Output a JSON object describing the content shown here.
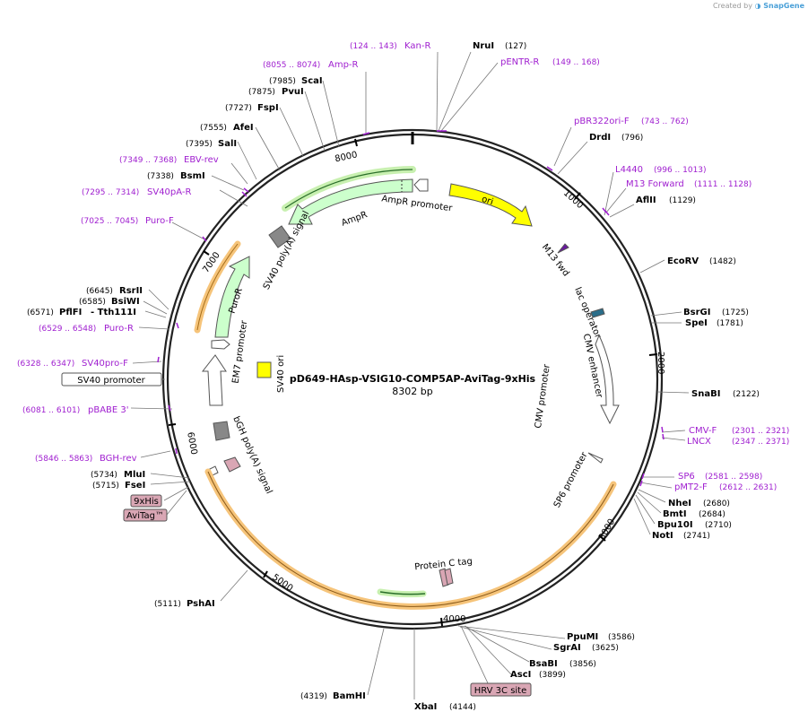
{
  "credit": {
    "prefix": "Created by",
    "brand": "SnapGene"
  },
  "plasmid": {
    "name": "pD649-HAsp-VSIG10-COMP5AP-AviTag-9xHis",
    "size": "8302 bp",
    "length": 8302
  },
  "ticks": [
    "1000",
    "2000",
    "3000",
    "4000",
    "5000",
    "6000",
    "7000",
    "8000"
  ],
  "right_sites": [
    {
      "name": "NruI",
      "pos": "(127)"
    },
    {
      "name": "DrdI",
      "pos": "(796)"
    },
    {
      "name": "AflII",
      "pos": "(1129)"
    },
    {
      "name": "EcoRV",
      "pos": "(1482)"
    },
    {
      "name": "BsrGI",
      "pos": "(1725)"
    },
    {
      "name": "SpeI",
      "pos": "(1781)"
    },
    {
      "name": "SnaBI",
      "pos": "(2122)"
    },
    {
      "name": "NheI",
      "pos": "(2680)"
    },
    {
      "name": "BmtI",
      "pos": "(2684)"
    },
    {
      "name": "Bpu10I",
      "pos": "(2710)"
    },
    {
      "name": "NotI",
      "pos": "(2741)"
    },
    {
      "name": "PpuMI",
      "pos": "(3586)"
    },
    {
      "name": "SgrAI",
      "pos": "(3625)"
    },
    {
      "name": "BsaBI",
      "pos": "(3856)"
    },
    {
      "name": "AscI",
      "pos": "(3899)"
    },
    {
      "name": "XbaI",
      "pos": "(4144)"
    }
  ],
  "left_sites": [
    {
      "name": "ScaI",
      "pos": "(7985)"
    },
    {
      "name": "PvuI",
      "pos": "(7875)"
    },
    {
      "name": "FspI",
      "pos": "(7727)"
    },
    {
      "name": "AfeI",
      "pos": "(7555)"
    },
    {
      "name": "SalI",
      "pos": "(7395)"
    },
    {
      "name": "BsmI",
      "pos": "(7338)"
    },
    {
      "name": "RsrII",
      "pos": "(6645)"
    },
    {
      "name": "BsiWI",
      "pos": "(6585)"
    },
    {
      "name": "PflFI",
      "pos": "(6571)"
    },
    {
      "name": "- Tth111I",
      "pos": ""
    },
    {
      "name": "MluI",
      "pos": "(5734)"
    },
    {
      "name": "FseI",
      "pos": "(5715)"
    },
    {
      "name": "PshAI",
      "pos": "(5111)"
    },
    {
      "name": "BamHI",
      "pos": "(4319)"
    }
  ],
  "primers": [
    {
      "name": "Kan-R",
      "pos": "(124 .. 143)"
    },
    {
      "name": "pENTR-R",
      "pos": "(149 .. 168)"
    },
    {
      "name": "Amp-R",
      "pos": "(8055 .. 8074)"
    },
    {
      "name": "pBR322ori-F",
      "pos": "(743 .. 762)"
    },
    {
      "name": "L4440",
      "pos": "(996 .. 1013)"
    },
    {
      "name": "M13 Forward",
      "pos": "(1111 .. 1128)"
    },
    {
      "name": "EBV-rev",
      "pos": "(7349 .. 7368)"
    },
    {
      "name": "SV40pA-R",
      "pos": "(7295 .. 7314)"
    },
    {
      "name": "Puro-F",
      "pos": "(7025 .. 7045)"
    },
    {
      "name": "Puro-R",
      "pos": "(6529 .. 6548)"
    },
    {
      "name": "SV40pro-F",
      "pos": "(6328 .. 6347)"
    },
    {
      "name": "pBABE 3'",
      "pos": "(6081 .. 6101)"
    },
    {
      "name": "BGH-rev",
      "pos": "(5846 .. 5863)"
    },
    {
      "name": "CMV-F",
      "pos": "(2301 .. 2321)"
    },
    {
      "name": "LNCX",
      "pos": "(2347 .. 2371)"
    },
    {
      "name": "SP6",
      "pos": "(2581 .. 2598)"
    },
    {
      "name": "pMT2-F",
      "pos": "(2612 .. 2631)"
    }
  ],
  "boxed": {
    "sv40_promoter": "SV40 promoter",
    "his": "9xHis",
    "avitag": "AviTag™",
    "hrv": "HRV 3C site"
  },
  "features": {
    "ori": "ori",
    "ampr": "AmpR",
    "ampr_promoter": "AmpR promoter",
    "sv40_polya": "SV40 poly(A) signal",
    "puror": "PuroR",
    "em7": "EM7 promoter",
    "sv40_ori": "SV40 ori",
    "bgh": "bGH poly(A) signal",
    "m13fwd": "M13 fwd",
    "lacop": "lac operator",
    "cmv_enh": "CMV enhancer",
    "cmv_prom": "CMV promoter",
    "sp6_prom": "SP6 promoter",
    "proteinc": "Protein C tag"
  },
  "colors": {
    "backbone": "#222222",
    "ori": "#ffff00",
    "ampr": "#ccffcc",
    "primer": "#a020d0",
    "orf_glow": "#f6c47a",
    "tag": "#d9a6b4",
    "box_fill": "#e8e8e8"
  }
}
